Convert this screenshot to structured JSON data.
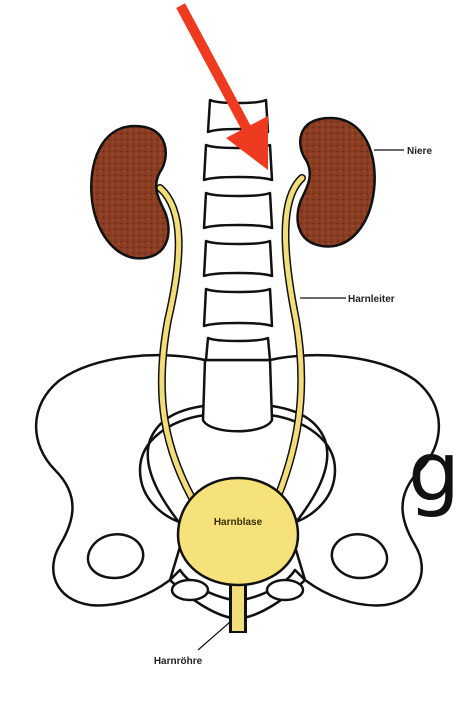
{
  "diagram": {
    "labels": {
      "kidney": "Niere",
      "ureter": "Harnleiter",
      "bladder": "Harnblase",
      "urethra": "Harnröhre"
    },
    "cut_off_glyph": "g",
    "colors": {
      "kidney": "#8a3d22",
      "kidney_speckle": "#5a2410",
      "urinary_tract": "#f1de7a",
      "bladder": "#f6e27a",
      "outline": "#111111",
      "arrow": "#ee3a1e"
    }
  }
}
